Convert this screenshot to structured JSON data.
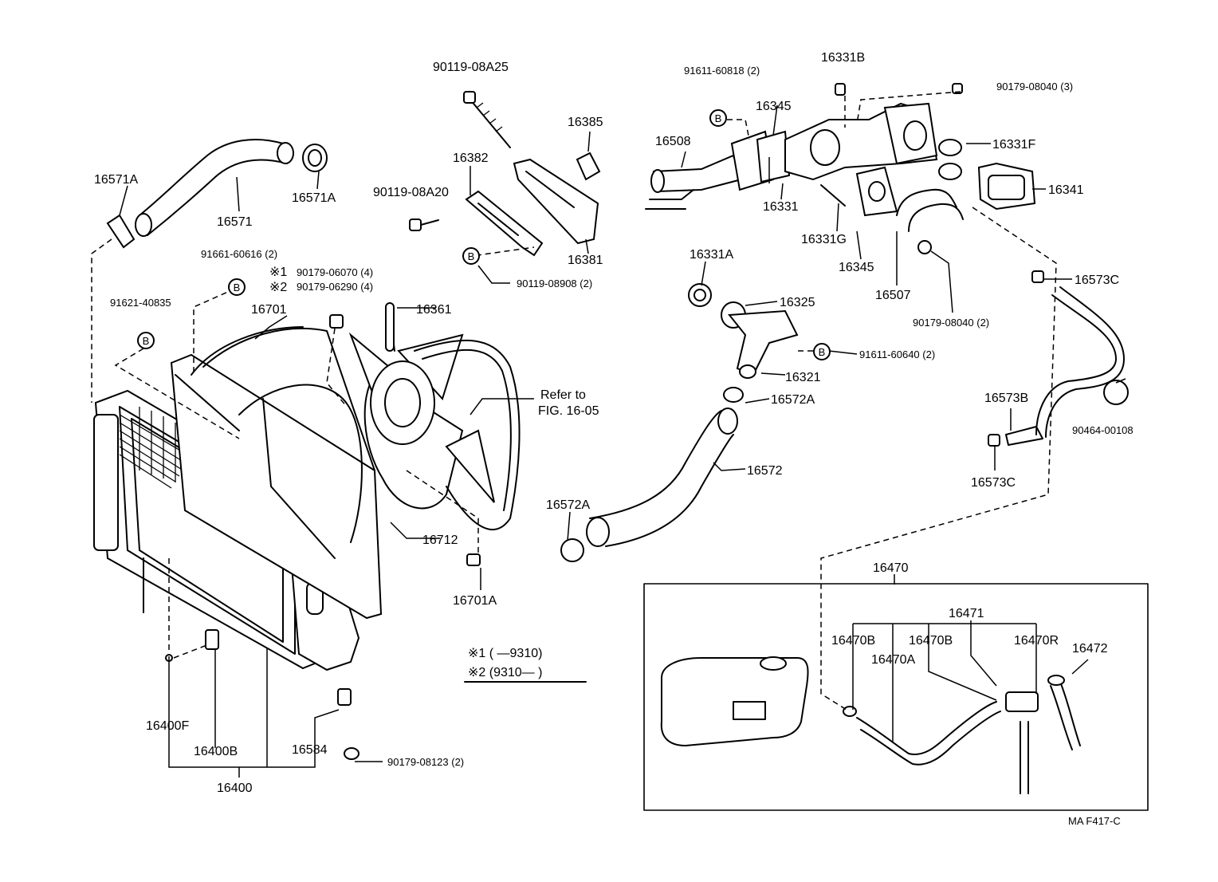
{
  "labels": {
    "p16571A_left": "16571A",
    "p16571": "16571",
    "p16571A_right": "16571A",
    "p90119_08A25": "90119-08A25",
    "p16385": "16385",
    "p16382": "16382",
    "p90119_08A20": "90119-08A20",
    "p16381": "16381",
    "p90119_08908": "90119-08908 (2)",
    "p91661_60616": "91661-60616 (2)",
    "note1_code": "90179-06070 (4)",
    "note2_code": "90179-06290 (4)",
    "note1_mark": "※1",
    "note2_mark": "※2",
    "p91621_40835": "91621-40835",
    "p16701": "16701",
    "p16361": "16361",
    "refer_line1": "Refer to",
    "refer_line2": "FIG. 16-05",
    "p16712": "16712",
    "p16701A": "16701A",
    "legend1": "※1 (        —9310)",
    "legend2": "※2 (9310—        )",
    "p16400F": "16400F",
    "p16400B": "16400B",
    "p16584": "16584",
    "p90179_08123": "90179-08123 (2)",
    "p16400": "16400",
    "p91611_60818": "91611-60818 (2)",
    "p16331B": "16331B",
    "p90179_08040_3": "90179-08040 (3)",
    "p16345_top": "16345",
    "p16508": "16508",
    "p16331F": "16331F",
    "p16341": "16341",
    "p16331": "16331",
    "p16331G": "16331G",
    "p16345_bottom": "16345",
    "p16507": "16507",
    "p90179_08040_2": "90179-08040 (2)",
    "p16331A": "16331A",
    "p16325": "16325",
    "p91611_60640": "91611-60640 (2)",
    "p16321": "16321",
    "p16572A_top": "16572A",
    "p16572": "16572",
    "p16572A_bottom": "16572A",
    "p16573C_top": "16573C",
    "p16573B": "16573B",
    "p90464_00108": "90464-00108",
    "p16573C_bottom": "16573C",
    "p16470": "16470",
    "p16471": "16471",
    "p16470B_left": "16470B",
    "p16470B_mid": "16470B",
    "p16470R": "16470R",
    "p16472": "16472",
    "p16470A": "16470A",
    "fig_code": "MA  F417-C",
    "ref_B": "B"
  }
}
